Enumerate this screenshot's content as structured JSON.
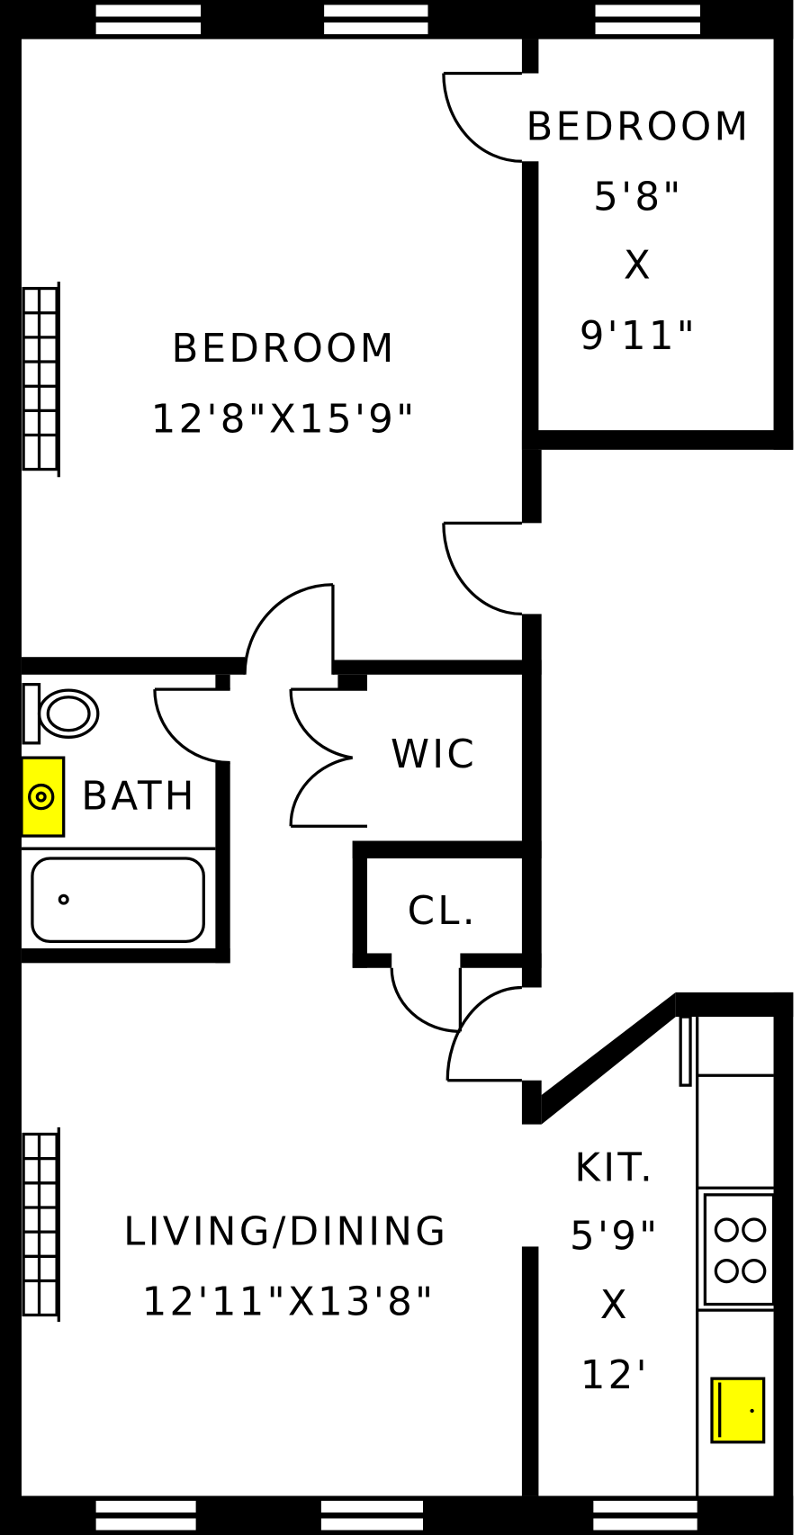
{
  "rooms": {
    "bedroom_main": {
      "name": "BEDROOM",
      "size": "12'8\"X15'9\""
    },
    "bedroom_small": {
      "name": "BEDROOM",
      "dim1": "5'8\"",
      "x": "X",
      "dim2": "9'11\""
    },
    "wic": {
      "name": "WIC"
    },
    "bath": {
      "name": "BATH"
    },
    "closet": {
      "name": "CL."
    },
    "living": {
      "name": "LIVING/DINING",
      "size": "12'11\"X13'8\""
    },
    "kitchen": {
      "name": "KIT.",
      "dim1": "5'9\"",
      "x": "X",
      "dim2": "12'"
    }
  },
  "colors": {
    "wall": "#000000",
    "fixture_fill": "#ffff00",
    "background": "#ffffff"
  }
}
